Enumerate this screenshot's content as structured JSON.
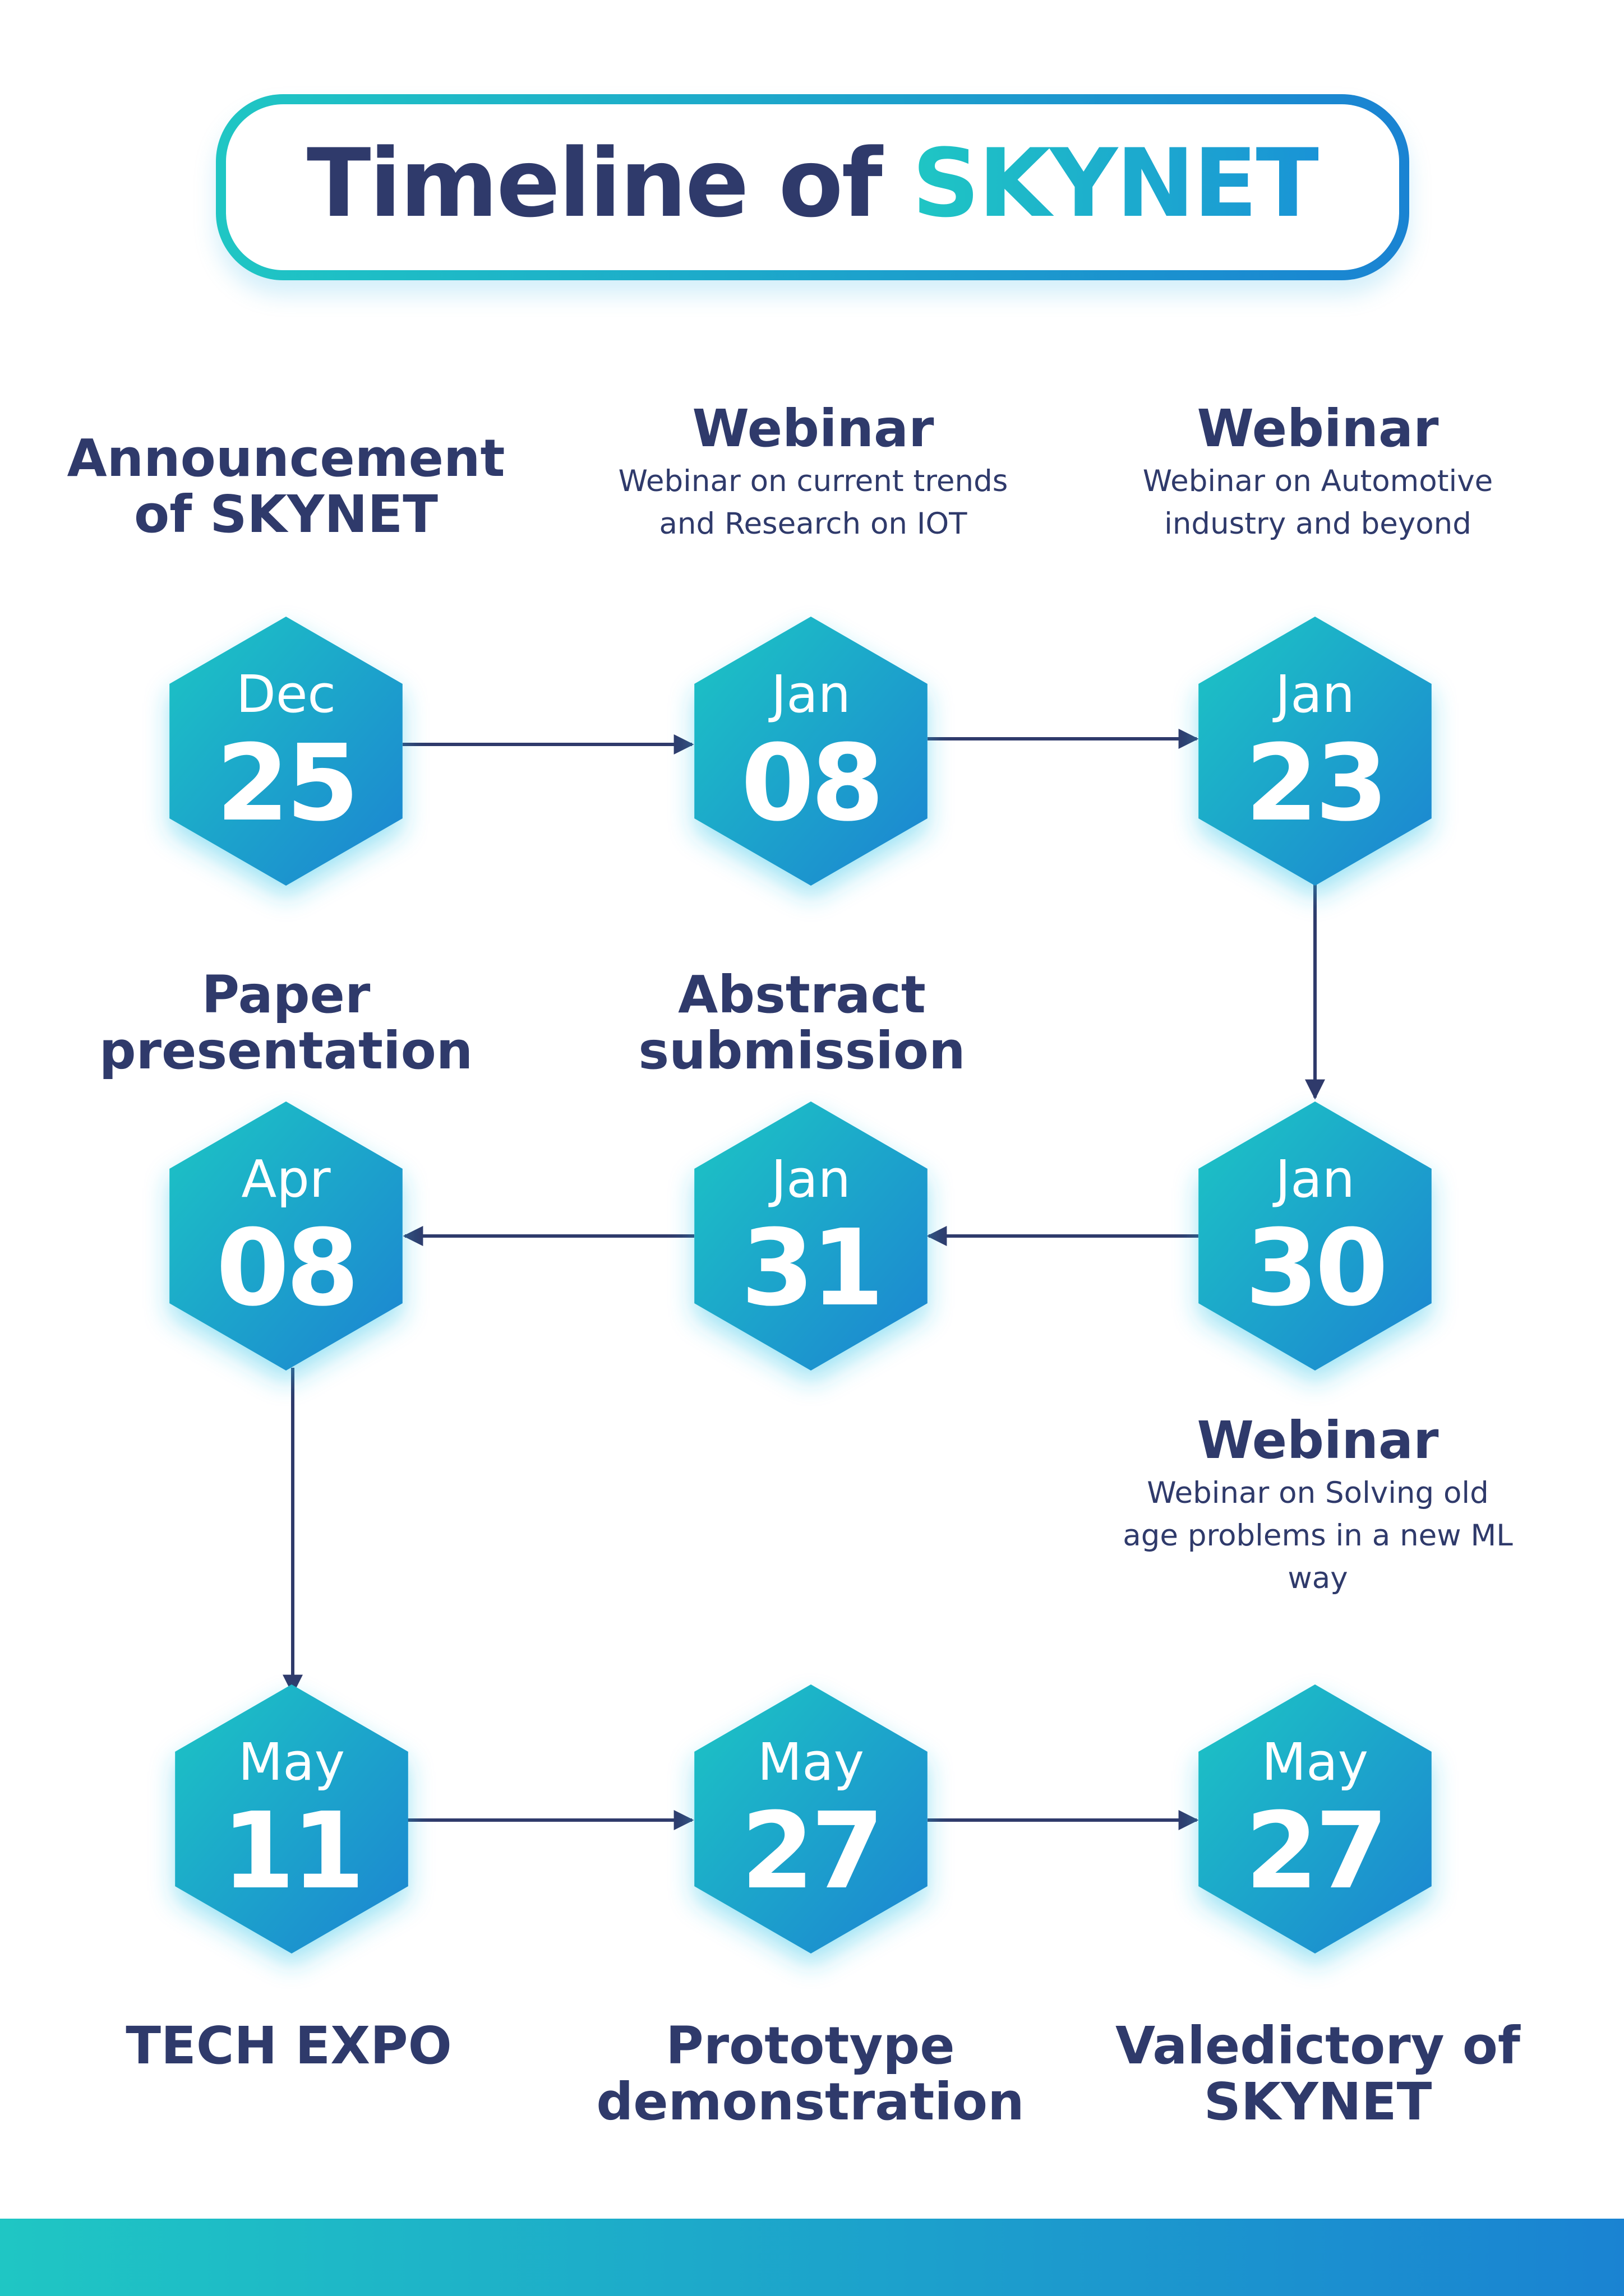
{
  "title": {
    "prefix": "Timeline of",
    "highlight": "SKYNET"
  },
  "milestones": [
    {
      "month": "Dec",
      "day": "25",
      "heading": "Announcement of SKYNET",
      "description": ""
    },
    {
      "month": "Jan",
      "day": "08",
      "heading": "Webinar",
      "description": "Webinar on current trends and Research on IOT"
    },
    {
      "month": "Jan",
      "day": "23",
      "heading": "Webinar",
      "description": "Webinar on Automotive industry and beyond"
    },
    {
      "month": "Jan",
      "day": "30",
      "heading": "Webinar",
      "description": "Webinar on Solving old age problems in a new ML way"
    },
    {
      "month": "Jan",
      "day": "31",
      "heading": "Abstract submission",
      "description": ""
    },
    {
      "month": "Apr",
      "day": "08",
      "heading": "Paper presentation",
      "description": ""
    },
    {
      "month": "May",
      "day": "11",
      "heading": "TECH EXPO",
      "description": ""
    },
    {
      "month": "May",
      "day": "27",
      "heading": "Prototype demonstration",
      "description": ""
    },
    {
      "month": "May",
      "day": "27",
      "heading": "Valedictory of SKYNET",
      "description": ""
    }
  ],
  "colors": {
    "navy": "#2f3a6b",
    "gradient_start": "#1fc6c4",
    "gradient_end": "#1a83d2",
    "connector": "#2f3a6b"
  }
}
